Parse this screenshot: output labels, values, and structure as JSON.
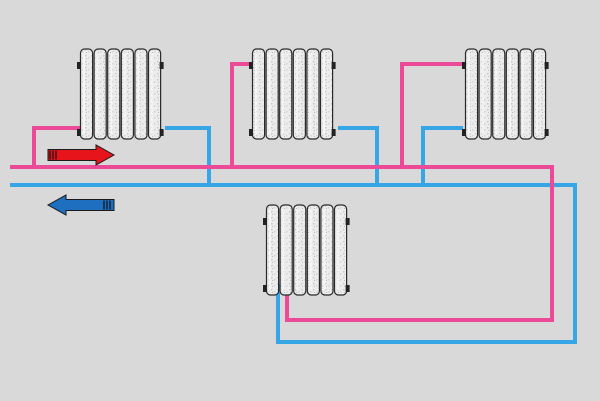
{
  "diagram": {
    "colors": {
      "background": "#d9d9d9",
      "supply_pipe": "#ec4a97",
      "return_pipe": "#37a6e6",
      "radiator_fill": "#eceded",
      "radiator_stroke": "#2a2a2a",
      "supply_arrow": "#e8141c",
      "return_arrow": "#1f6fc0"
    },
    "radiators": [
      {
        "id": "radiator-1",
        "sections": 6
      },
      {
        "id": "radiator-2",
        "sections": 6
      },
      {
        "id": "radiator-3",
        "sections": 6
      },
      {
        "id": "radiator-4",
        "sections": 6
      }
    ],
    "arrows": [
      {
        "id": "supply-flow-arrow",
        "direction": "right",
        "icon": "arrow-right-icon"
      },
      {
        "id": "return-flow-arrow",
        "direction": "left",
        "icon": "arrow-left-icon"
      }
    ]
  }
}
